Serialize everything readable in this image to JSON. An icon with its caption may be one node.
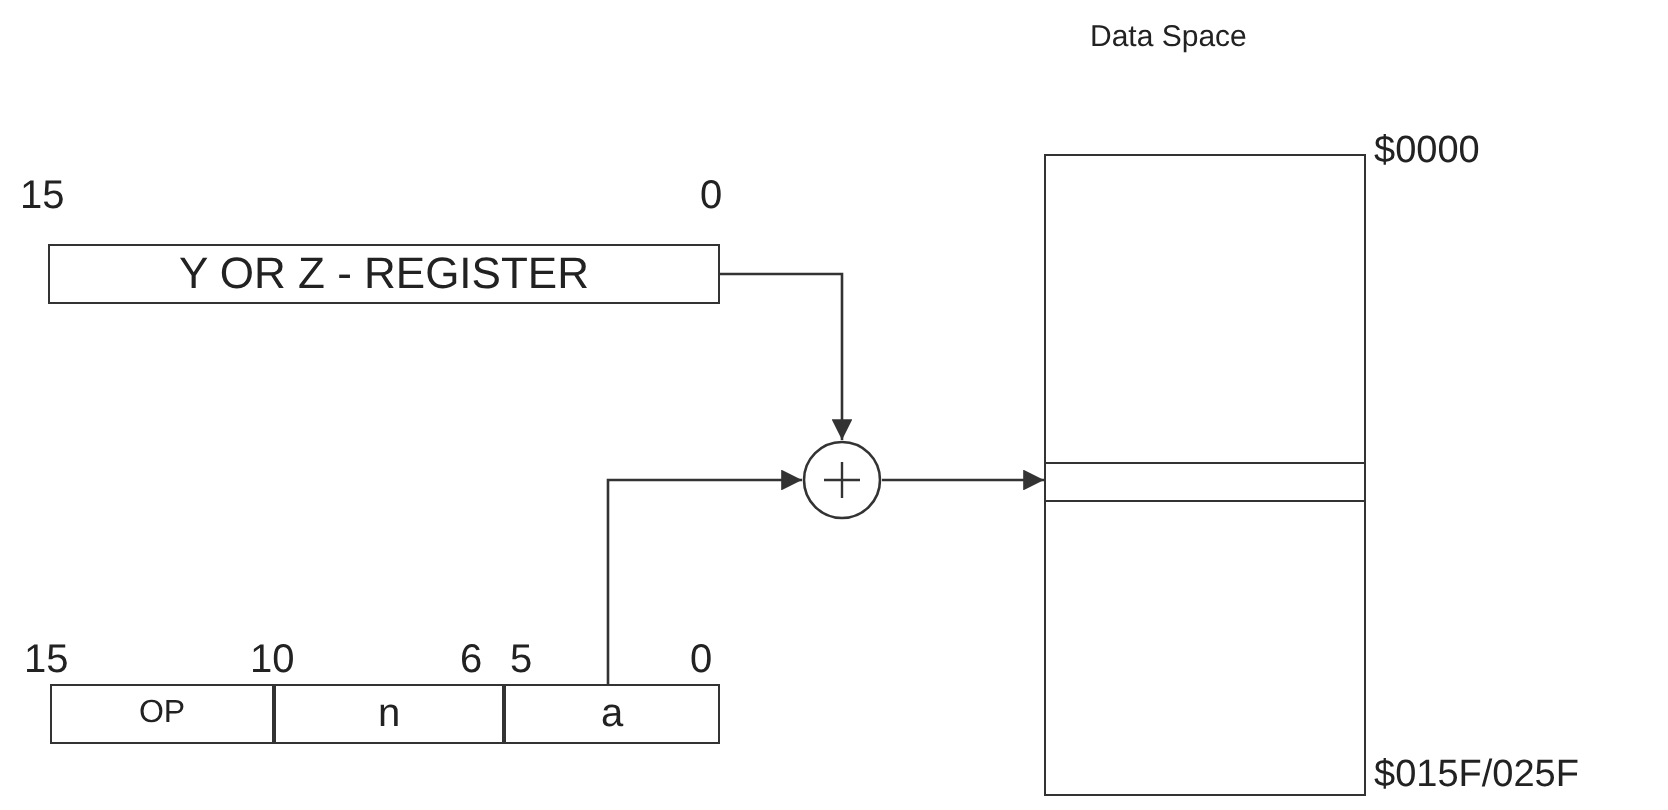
{
  "diagram": {
    "nodes": [
      {
        "text": [
          "Y OR Z - REGISTER"
        ]
      },
      {
        "text": [
          "OP"
        ]
      },
      {
        "text": [
          "n"
        ]
      },
      {
        "text": [
          "a"
        ]
      },
      {
        "text": [],
        "shape": "circle"
      },
      {
        "text": [
          "Data Space"
        ],
        "beside": [
          "$0000",
          "$015F/025F"
        ]
      },
      {
        "text": [],
        "shape": "bar",
        "in": 5
      }
    ],
    "edges": [
      {
        "from": 0,
        "to": 4,
        "arrow": "to"
      },
      {
        "from": 3,
        "to": 4,
        "arrow": "to"
      },
      {
        "from": 4,
        "to": 6,
        "arrow": "to"
      }
    ],
    "labels": [
      "15",
      "0",
      "15",
      "10",
      "6",
      "5",
      "0"
    ]
  }
}
